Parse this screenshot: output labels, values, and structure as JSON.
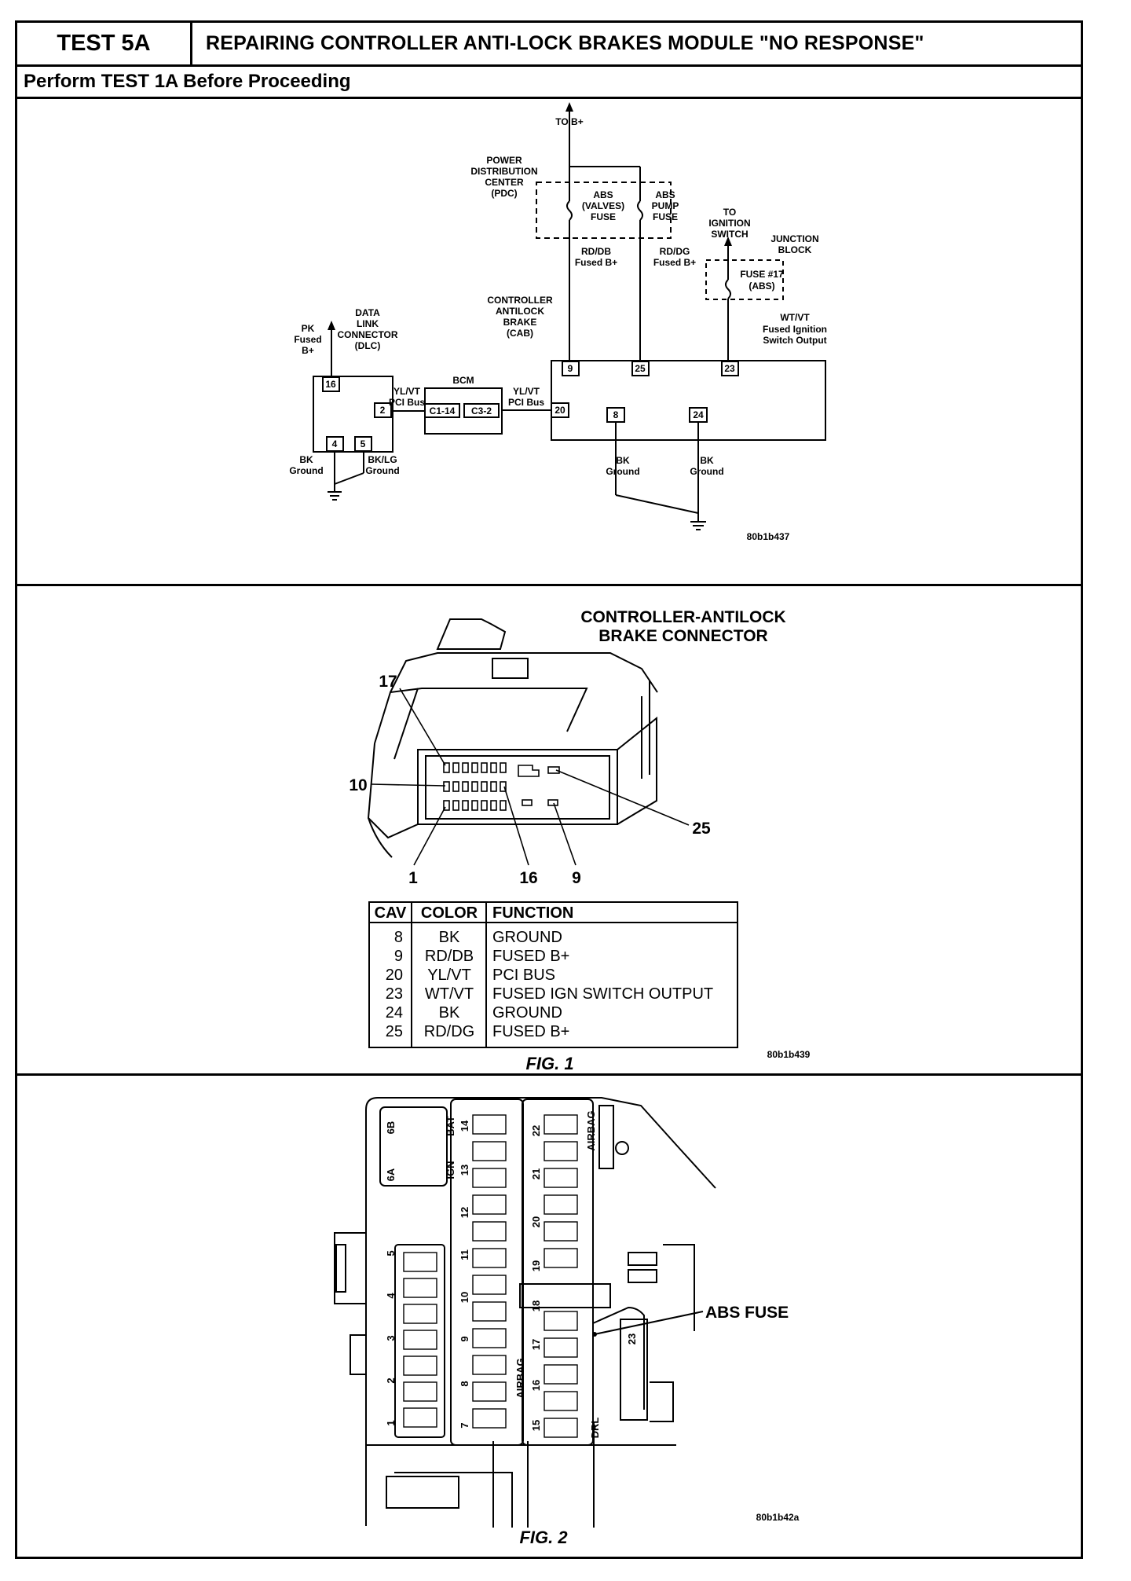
{
  "header": {
    "test_id": "TEST 5A",
    "title": "REPAIRING CONTROLLER ANTI-LOCK BRAKES MODULE \"NO RESPONSE\"",
    "subtitle": "Perform TEST 1A Before Proceeding"
  },
  "schematic": {
    "to_b_plus": "TO B+",
    "pdc_label": [
      "POWER",
      "DISTRIBUTION",
      "CENTER",
      "(PDC)"
    ],
    "abs_valves_fuse": [
      "ABS",
      "(VALVES)",
      "FUSE"
    ],
    "abs_pump_fuse": [
      "ABS",
      "PUMP",
      "FUSE"
    ],
    "to_ignition": [
      "TO",
      "IGNITION",
      "SWITCH"
    ],
    "junction_block": [
      "JUNCTION",
      "BLOCK"
    ],
    "fuse17": [
      "FUSE #17",
      "(ABS)"
    ],
    "wire_rd_db": [
      "RD/DB",
      "Fused B+"
    ],
    "wire_rd_dg": [
      "RD/DG",
      "Fused B+"
    ],
    "wire_wt_vt": [
      "WT/VT",
      "Fused Ignition",
      "Switch Output"
    ],
    "cab_label": [
      "CONTROLLER",
      "ANTILOCK",
      "BRAKE",
      "(CAB)"
    ],
    "dlc_label": [
      "DATA",
      "LINK",
      "CONNECTOR",
      "(DLC)"
    ],
    "pk_label": [
      "PK",
      "Fused",
      "B+"
    ],
    "bcm_label": "BCM",
    "pci_left": [
      "YL/VT",
      "PCI Bus"
    ],
    "pci_right": [
      "YL/VT",
      "PCI Bus"
    ],
    "bcm_pins": [
      "C1-14",
      "C3-2"
    ],
    "dlc_pins": [
      "16",
      "2",
      "4",
      "5"
    ],
    "cab_pins": [
      "9",
      "25",
      "23",
      "20",
      "8",
      "24"
    ],
    "gnd_bk": [
      "BK",
      "Ground"
    ],
    "gnd_bklg": [
      "BK/LG",
      "Ground"
    ],
    "cab_gnd1": [
      "BK",
      "Ground"
    ],
    "cab_gnd2": [
      "BK",
      "Ground"
    ],
    "ref": "80b1b437"
  },
  "connector": {
    "title": [
      "CONTROLLER-ANTILOCK",
      "BRAKE CONNECTOR"
    ],
    "callouts": [
      "17",
      "10",
      "1",
      "16",
      "9",
      "25"
    ],
    "table": {
      "headers": [
        "CAV",
        "COLOR",
        "FUNCTION"
      ],
      "rows": [
        [
          "8",
          "BK",
          "GROUND"
        ],
        [
          "9",
          "RD/DB",
          "FUSED B+"
        ],
        [
          "20",
          "YL/VT",
          "PCI BUS"
        ],
        [
          "23",
          "WT/VT",
          "FUSED IGN SWITCH OUTPUT"
        ],
        [
          "24",
          "BK",
          "GROUND"
        ],
        [
          "25",
          "RD/DG",
          "FUSED B+"
        ]
      ]
    },
    "caption": "FIG. 1",
    "ref": "80b1b439"
  },
  "fuseblock": {
    "abs_fuse_label": "ABS FUSE",
    "left_numbers": [
      "1",
      "2",
      "3",
      "4",
      "5",
      "6A",
      "6B"
    ],
    "mid_numbers": [
      "7",
      "8",
      "9",
      "10",
      "11",
      "12",
      "13",
      "14"
    ],
    "right_numbers": [
      "15",
      "16",
      "17",
      "18",
      "19",
      "20",
      "21",
      "22",
      "23"
    ],
    "tags": [
      "IGN",
      "BAT",
      "AIRBAG",
      "AIRBAG",
      "DRL"
    ],
    "caption": "FIG. 2",
    "ref": "80b1b42a"
  }
}
